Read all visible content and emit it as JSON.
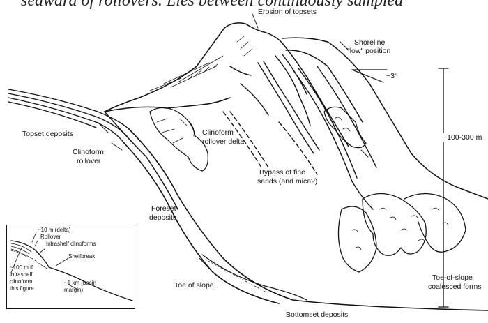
{
  "header_text": "seaward of rollovers. Lies between continuously sampled",
  "labels": {
    "erosion_topsets": "Erosion of topsets",
    "shoreline_low_1": "Shoreline",
    "shoreline_low_2": "\"low\" position",
    "angle": "~3°",
    "height_scale": "~100-300 m",
    "topset_deposits": "Topset deposits",
    "clinoform_rollover_1": "Clinoform",
    "clinoform_rollover_2": "rollover",
    "clinoform_rollover_delta_1": "Clinoform",
    "clinoform_rollover_delta_2": "rollover delta",
    "bypass_1": "Bypass of fine",
    "bypass_2": "sands (and mica?)",
    "foreset_1": "Foreset",
    "foreset_2": "deposits",
    "toe_of_slope": "Toe of slope",
    "toe_coalesced_1": "Toe-of-slope",
    "toe_coalesced_2": "coalesced forms",
    "bottomset_deposits": "Bottomset deposits"
  },
  "inset": {
    "delta_10m": "~10 m (delta)",
    "rollover": "Rollover",
    "infrashelf_clinoforms": "Infrashelf clinoforms",
    "shelfbreak": "Shelfbreak",
    "left_1": "~100 m if",
    "left_2": "infrashelf",
    "left_3": "clinoform:",
    "left_4": "this figure",
    "basin_1": "~1 km (basin",
    "basin_2": "margin)"
  }
}
